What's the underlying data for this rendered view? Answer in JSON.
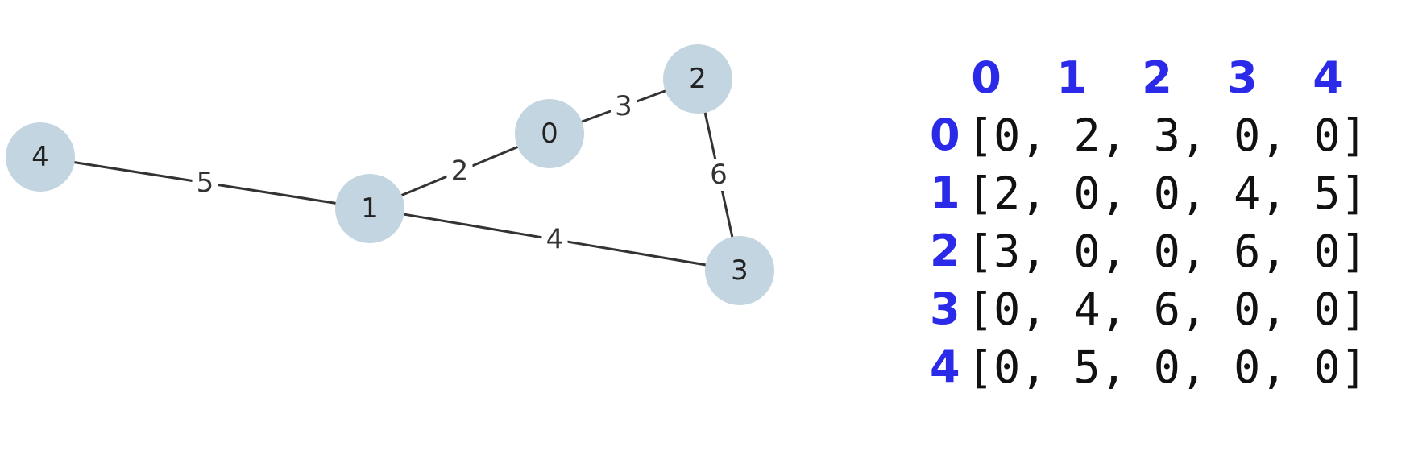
{
  "graph": {
    "nodes": [
      "0",
      "1",
      "2",
      "3",
      "4"
    ],
    "edges": [
      {
        "from": "0",
        "to": "1",
        "weight": "2"
      },
      {
        "from": "0",
        "to": "2",
        "weight": "3"
      },
      {
        "from": "1",
        "to": "3",
        "weight": "4"
      },
      {
        "from": "1",
        "to": "4",
        "weight": "5"
      },
      {
        "from": "2",
        "to": "3",
        "weight": "6"
      }
    ],
    "node_color": "#c3d5e0",
    "edge_color": "#333333"
  },
  "matrix": {
    "header_color": "#2a2ae8",
    "column_headers": [
      "0",
      "1",
      "2",
      "3",
      "4"
    ],
    "rows": [
      {
        "label": "0",
        "values": "[0, 2, 3, 0, 0]"
      },
      {
        "label": "1",
        "values": "[2, 0, 0, 4, 5]"
      },
      {
        "label": "2",
        "values": "[3, 0, 0, 6, 0]"
      },
      {
        "label": "3",
        "values": "[0, 4, 6, 0, 0]"
      },
      {
        "label": "4",
        "values": "[0, 5, 0, 0, 0]"
      }
    ]
  }
}
